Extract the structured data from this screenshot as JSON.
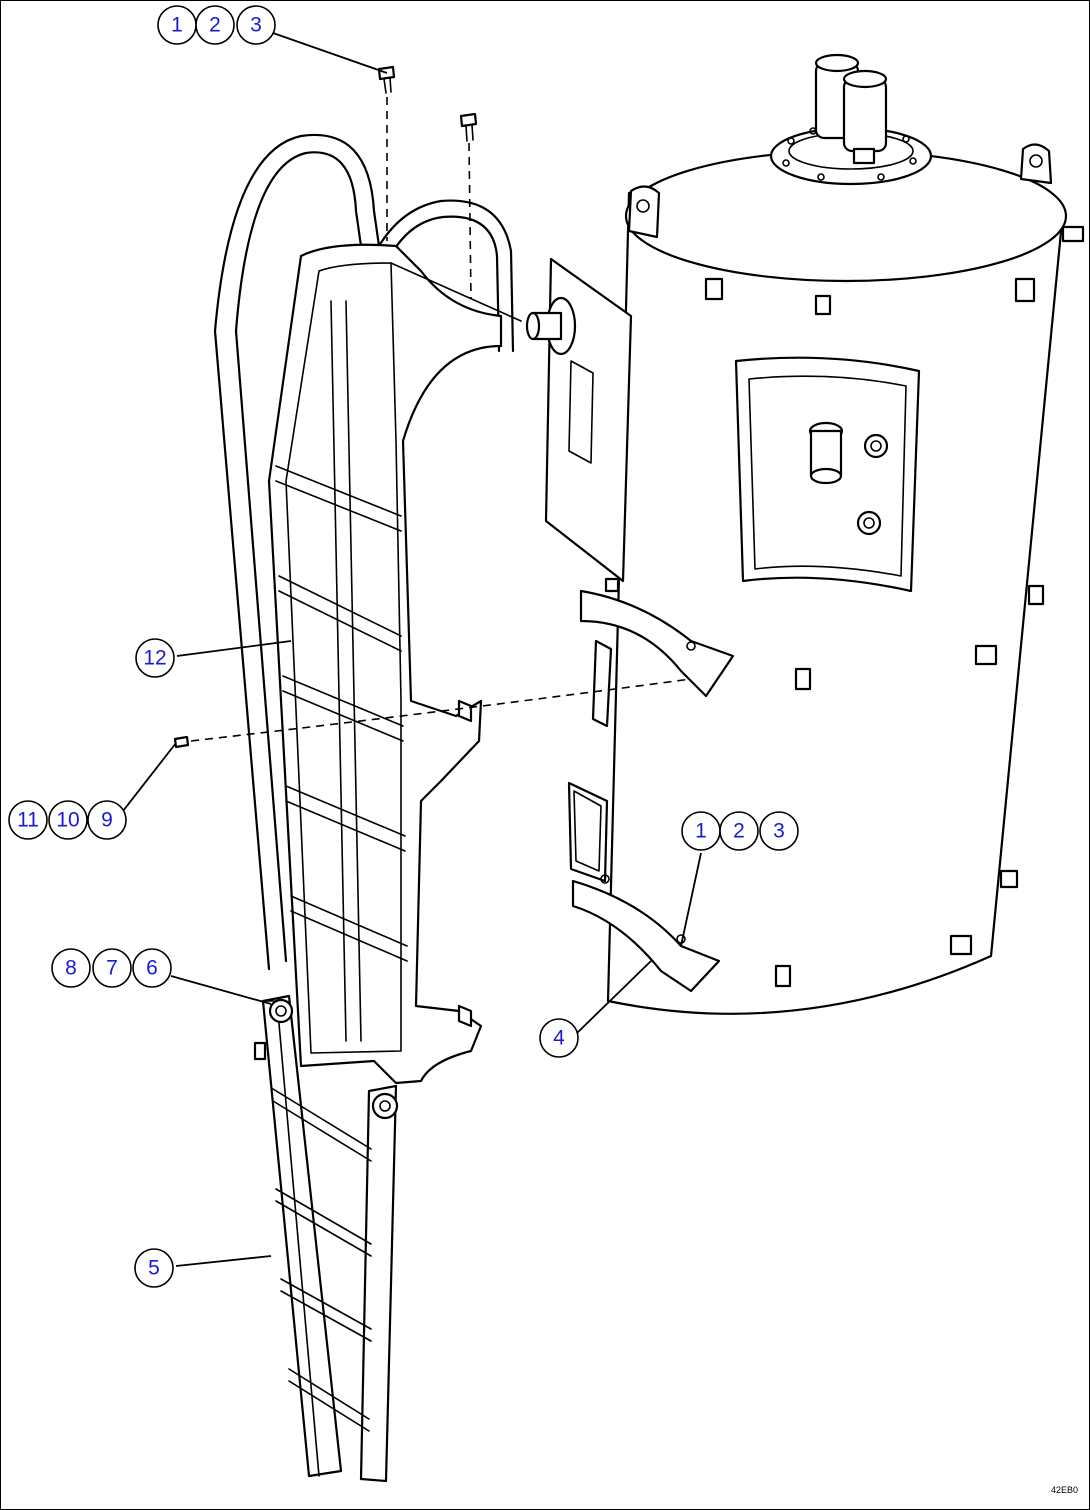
{
  "callouts": [
    {
      "id": "c1-top",
      "labels": [
        "1",
        "2",
        "3"
      ]
    },
    {
      "id": "c12",
      "labels": [
        "12"
      ]
    },
    {
      "id": "c11-9",
      "labels": [
        "11",
        "10",
        "9"
      ]
    },
    {
      "id": "c1-mid",
      "labels": [
        "1",
        "2",
        "3"
      ]
    },
    {
      "id": "c8-6",
      "labels": [
        "8",
        "7",
        "6"
      ]
    },
    {
      "id": "c4",
      "labels": [
        "4"
      ]
    },
    {
      "id": "c5",
      "labels": [
        "5"
      ]
    }
  ],
  "drawing_code": "42EB0",
  "colors": {
    "callout_text": "#1a1ad6",
    "line": "#000000"
  }
}
